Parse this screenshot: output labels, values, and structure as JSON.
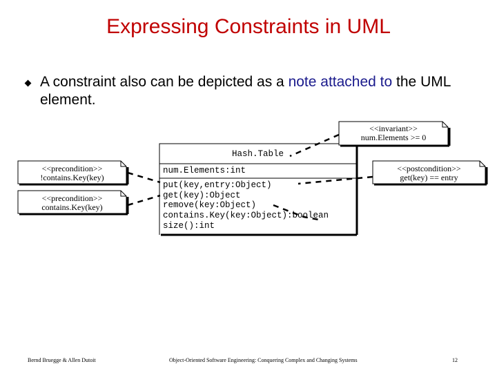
{
  "slide": {
    "title": "Expressing Constraints in UML",
    "bullet": {
      "before": "A constraint also can be depicted as a ",
      "highlight": "note attached to",
      "after": " the UML element."
    }
  },
  "diagram": {
    "class_name": "Hash.Table",
    "attributes": [
      "num.Elements:int"
    ],
    "operations": [
      "put(key,entry:Object)",
      "get(key):Object",
      "remove(key:Object)",
      "contains.Key(key:Object):boolean",
      "size():int"
    ],
    "notes": {
      "invariant": {
        "stereotype": "<<invariant>>",
        "text": "num.Elements >= 0"
      },
      "precondition_put": {
        "stereotype": "<<precondition>>",
        "text": "!contains.Key(key)"
      },
      "precondition_get": {
        "stereotype": "<<precondition>>",
        "text": "contains.Key(key)"
      },
      "postcondition": {
        "stereotype": "<<postcondition>>",
        "text": "get(key) == entry"
      }
    }
  },
  "footer": {
    "authors": "Bernd Bruegge & Allen Dutoit",
    "book": "Object-Oriented Software Engineering: Conquering Complex and Changing Systems",
    "page": "12"
  },
  "colors": {
    "title": "#c00000",
    "highlight": "#1a1a8c"
  }
}
